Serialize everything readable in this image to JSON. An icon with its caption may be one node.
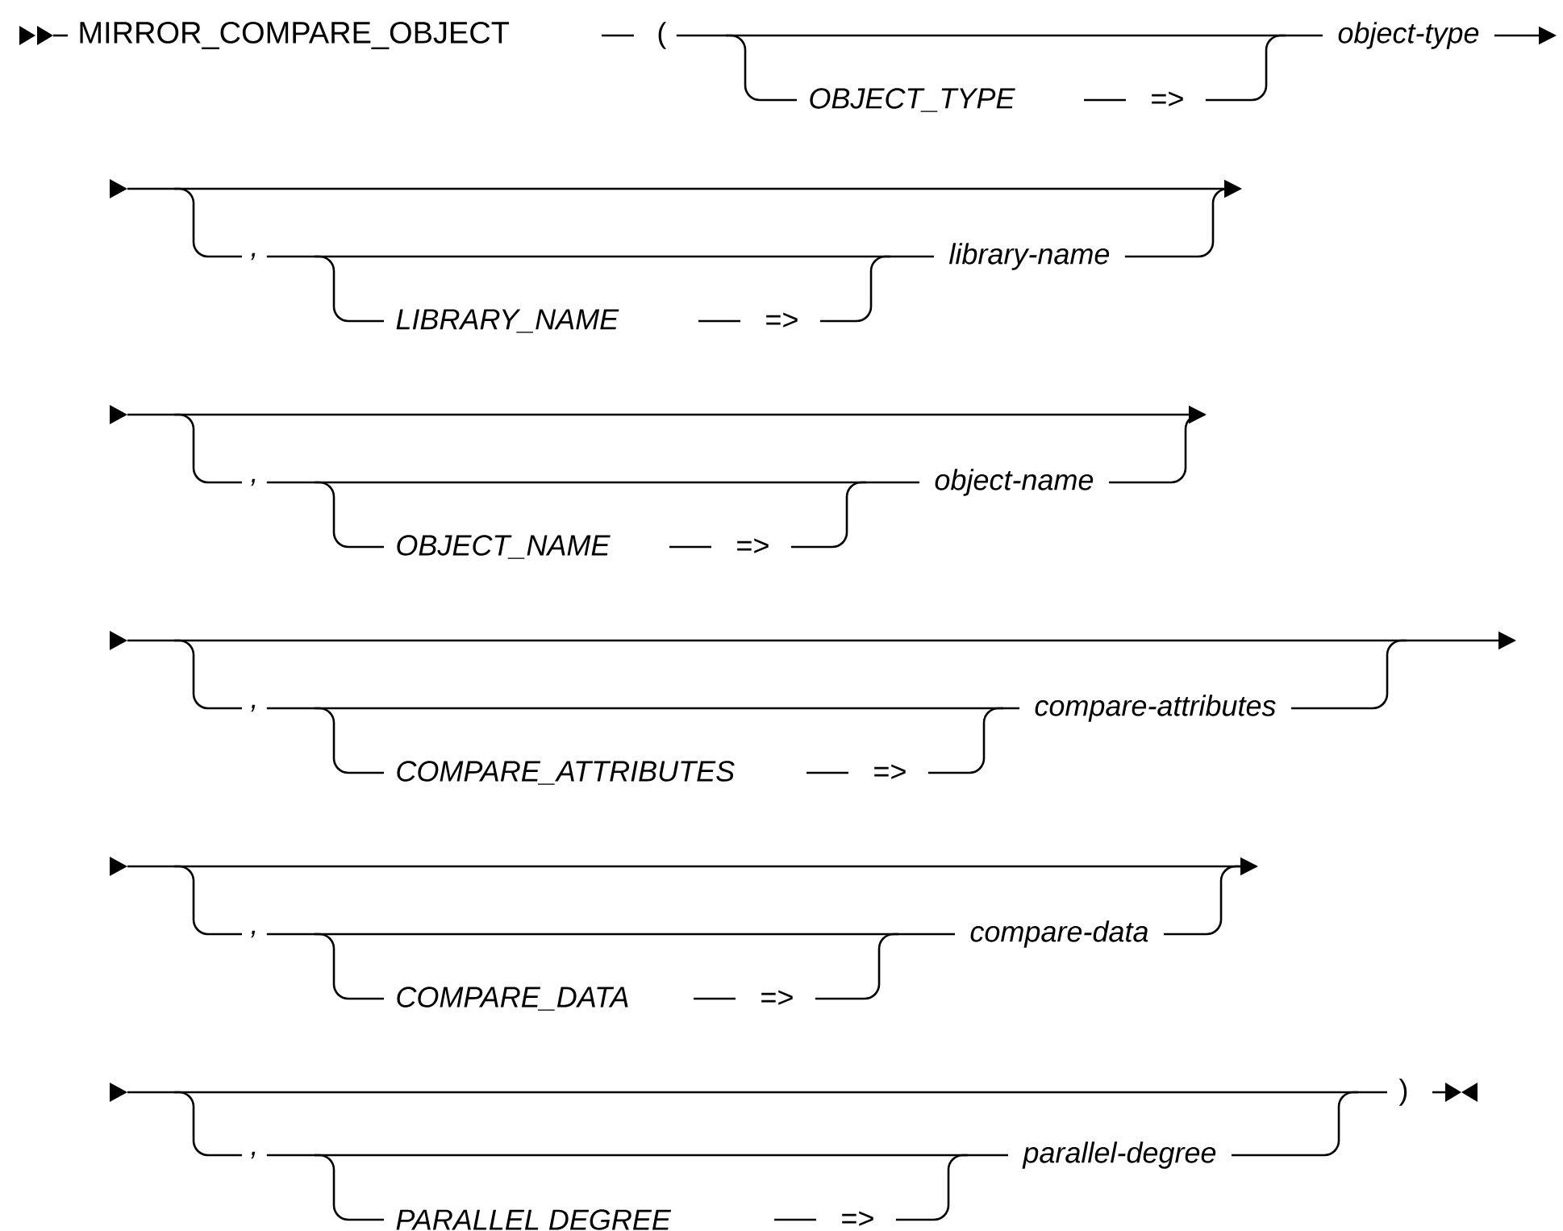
{
  "diagram": {
    "labels": [
      "MIRROR_COMPARE_OBJECT",
      "(",
      "OBJECT_TYPE",
      "=>",
      "object-type",
      ",",
      "LIBRARY_NAME",
      "=>",
      "library-name",
      ",",
      "OBJECT_NAME",
      "=>",
      "object-name",
      ",",
      "COMPARE_ATTRIBUTES",
      "=>",
      "compare-attributes",
      ",",
      "COMPARE_DATA",
      "=>",
      "compare-data",
      ",",
      "PARALLEL DEGREE",
      "=>",
      "parallel-degree",
      ")"
    ]
  }
}
